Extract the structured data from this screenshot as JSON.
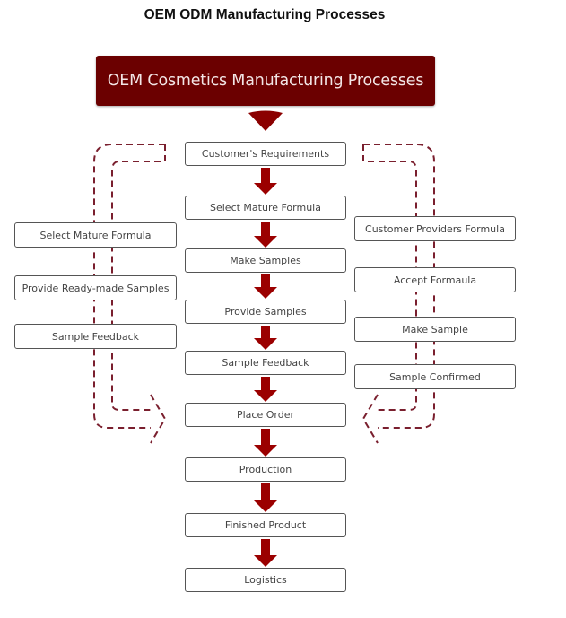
{
  "page_title": "OEM ODM Manufacturing Processes",
  "banner": {
    "title": "OEM Cosmetics Manufacturing Processes"
  },
  "colors": {
    "accent": "#8b0000",
    "banner_bg": "#6b0000",
    "dashed": "#7a1f2e",
    "box_border": "#555555"
  },
  "center_flow": [
    "Customer's Requirements",
    "Select Mature Formula",
    "Make Samples",
    "Provide Samples",
    "Sample Feedback",
    "Place Order",
    "Production",
    "Finished Product",
    "Logistics"
  ],
  "left_branch": {
    "steps": [
      "Select Mature Formula",
      "Provide Ready-made Samples",
      "Sample Feedback"
    ]
  },
  "right_branch": {
    "steps": [
      "Customer Providers Formula",
      "Accept Formaula",
      "Make Sample",
      "Sample Confirmed"
    ]
  },
  "icons": {
    "banner_arrow": "triangle-down",
    "flow_arrow": "thick-arrow-down",
    "branch_arrow": "dashed-u-turn-arrow"
  }
}
